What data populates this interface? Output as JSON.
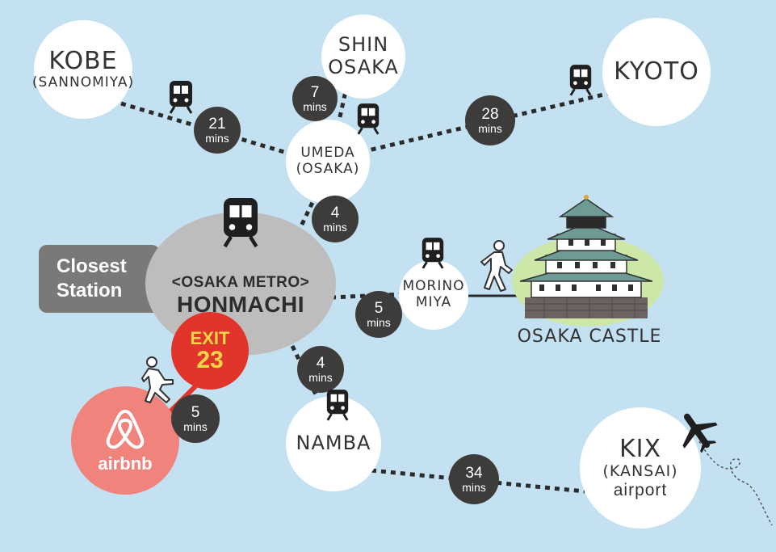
{
  "stations": {
    "kobe": {
      "main": "KOBE",
      "sub": "(SANNOMIYA)"
    },
    "shin_osaka": {
      "line1": "SHIN",
      "line2": "OSAKA"
    },
    "kyoto": {
      "main": "KYOTO"
    },
    "umeda": {
      "main": "UMEDA",
      "sub": "(OSAKA)"
    },
    "morinomiya": {
      "line1": "MORINO",
      "line2": "MIYA"
    },
    "namba": {
      "main": "NAMBA"
    },
    "kix": {
      "main": "KIX",
      "sub": "(KANSAI)",
      "sub2": "airport"
    }
  },
  "honmachi": {
    "line": "<OSAKA METRO>",
    "main": "HONMACHI"
  },
  "closest": {
    "line1": "Closest",
    "line2": "Station"
  },
  "exit": {
    "line1": "EXIT",
    "line2": "23"
  },
  "airbnb": {
    "label": "airbnb"
  },
  "castle": {
    "label": "OSAKA CASTLE"
  },
  "times": {
    "kobe_umeda": {
      "num": "21",
      "unit": "mins"
    },
    "shin_umeda": {
      "num": "7",
      "unit": "mins"
    },
    "umeda_kyoto": {
      "num": "28",
      "unit": "mins"
    },
    "umeda_honmachi": {
      "num": "4",
      "unit": "mins"
    },
    "honmachi_morinomiya": {
      "num": "5",
      "unit": "mins"
    },
    "honmachi_namba": {
      "num": "4",
      "unit": "mins"
    },
    "exit_airbnb": {
      "num": "5",
      "unit": "mins"
    },
    "namba_kix": {
      "num": "34",
      "unit": "mins"
    }
  },
  "icons": [
    "train-icon",
    "walking-person-icon",
    "airplane-icon",
    "airbnb-logo-icon",
    "osaka-castle-illustration"
  ],
  "colors": {
    "background": "#c4e1f2",
    "station_fill": "#ffffff",
    "badge_fill": "#3e3c3a",
    "honmachi_fill": "#bdbdbd",
    "exit_fill": "#e1342a",
    "exit_text": "#f7d64a",
    "airbnb_fill": "#f0837c",
    "closest_fill": "#7b7978"
  }
}
